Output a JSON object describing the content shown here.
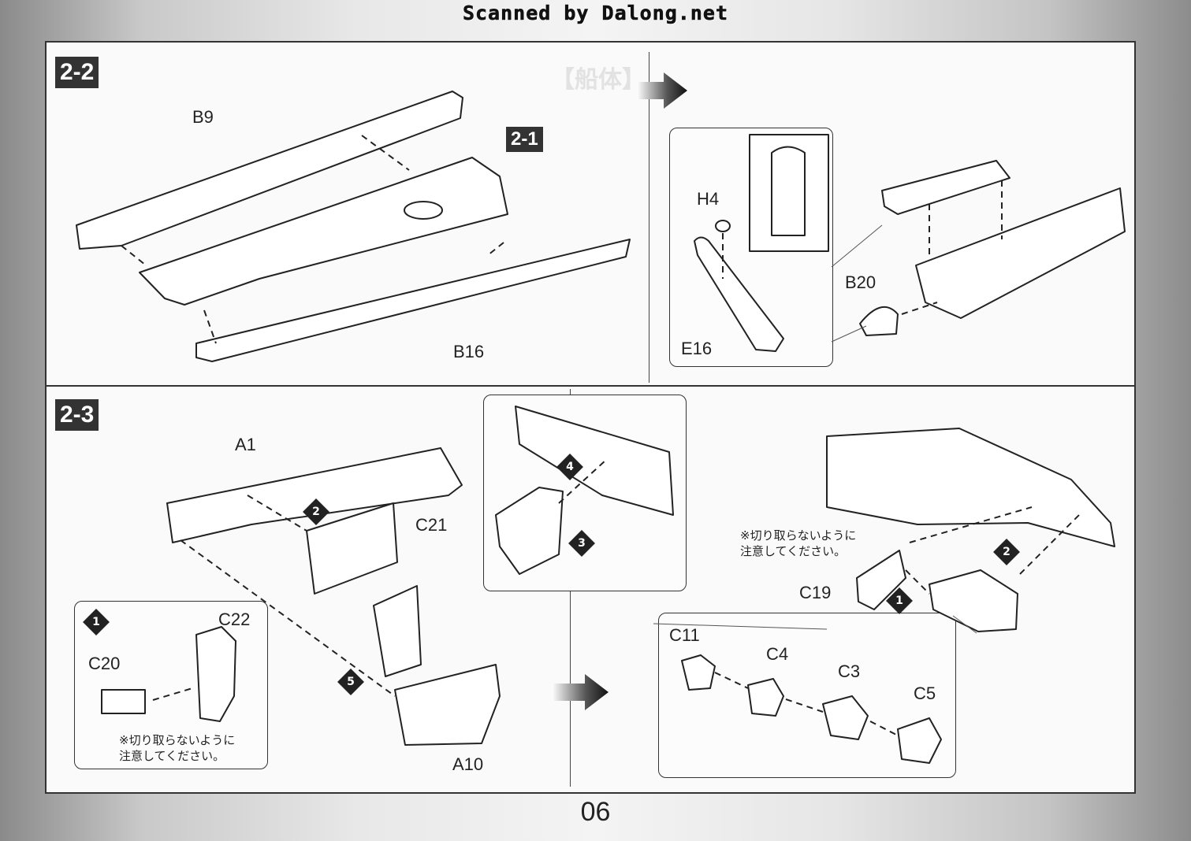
{
  "header": {
    "scan_credit": "Scanned by Dalong.net"
  },
  "page": {
    "number": "06"
  },
  "steps": {
    "s22": "2-2",
    "s21": "2-1",
    "s23": "2-3"
  },
  "background": {
    "ghost_title": "【船体】"
  },
  "parts": {
    "b9": "B9",
    "b16": "B16",
    "h4": "H4",
    "b20": "B20",
    "e16": "E16",
    "a1": "A1",
    "c21": "C21",
    "c22": "C22",
    "c20": "C20",
    "a10": "A10",
    "c19": "C19",
    "c11": "C11",
    "c4": "C4",
    "c3": "C3",
    "c5": "C5"
  },
  "substeps": {
    "one": "1",
    "two": "2",
    "three": "3",
    "four": "4",
    "five": "5"
  },
  "notes": {
    "caution_left": "※切り取らないように\n注意してください。",
    "caution_right": "※切り取らないように\n注意してください。"
  }
}
